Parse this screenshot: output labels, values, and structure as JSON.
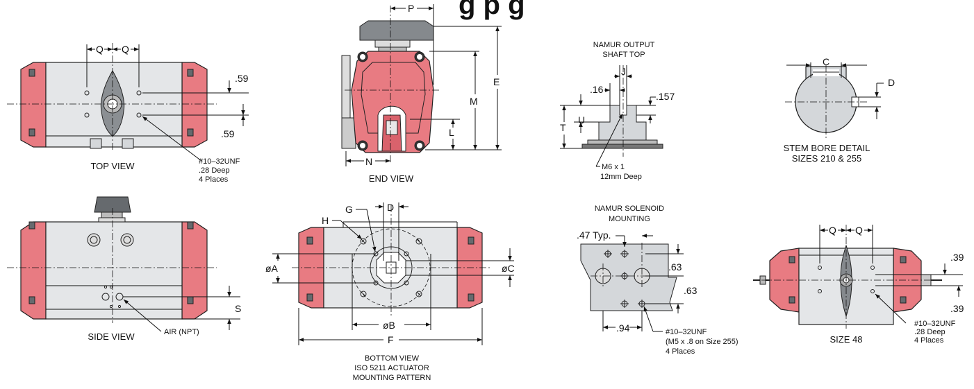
{
  "title_fragment": "g   p   g",
  "views": {
    "top": {
      "caption": "TOP VIEW",
      "q1": "Q",
      "q2": "Q",
      "dim_top": ".59",
      "dim_bottom": ".59",
      "note1": "#10–32UNF",
      "note2": ".28 Deep",
      "note3": "4 Places"
    },
    "side": {
      "caption": "SIDE VIEW",
      "s": "S",
      "air": "AIR (NPT)"
    },
    "end": {
      "caption": "END VIEW",
      "p": "P",
      "e": "E",
      "m": "M",
      "l": "L",
      "n": "N"
    },
    "bottom": {
      "caption1": "BOTTOM VIEW",
      "caption2": "ISO 5211 ACTUATOR",
      "caption3": "MOUNTING PATTERN",
      "g": "G",
      "h": "H",
      "d": "D",
      "a": "øA",
      "b": "øB",
      "c": "øC",
      "f": "F"
    },
    "namur_shaft": {
      "caption1": "NAMUR OUTPUT",
      "caption2": "SHAFT TOP",
      "j": "J",
      "d16": ".16",
      "d157": ".157",
      "u": "U",
      "t": "T",
      "note1": "M6 x 1",
      "note2": "12mm Deep"
    },
    "stem_bore": {
      "caption1": "STEM BORE DETAIL",
      "caption2": "SIZES 210 & 255",
      "c": "C",
      "d": "D"
    },
    "namur_solenoid": {
      "caption1": "NAMUR SOLENOID",
      "caption2": "MOUNTING",
      "typ": ".47 Typ.",
      "d63a": ".63",
      "d63b": ".63",
      "d94": ".94",
      "note1": "#10–32UNF",
      "note2": "(M5 x .8 on Size 255)",
      "note3": "4 Places"
    },
    "size48": {
      "caption": "SIZE 48",
      "q1": "Q",
      "q2": "Q",
      "dim_top": ".39",
      "dim_bottom": ".39",
      "note1": "#10–32UNF",
      "note2": ".28 Deep",
      "note3": "4 Places"
    }
  },
  "colors": {
    "endcap_red": "#e87b82",
    "body_gray": "#e4e6e8",
    "line": "#111111"
  }
}
